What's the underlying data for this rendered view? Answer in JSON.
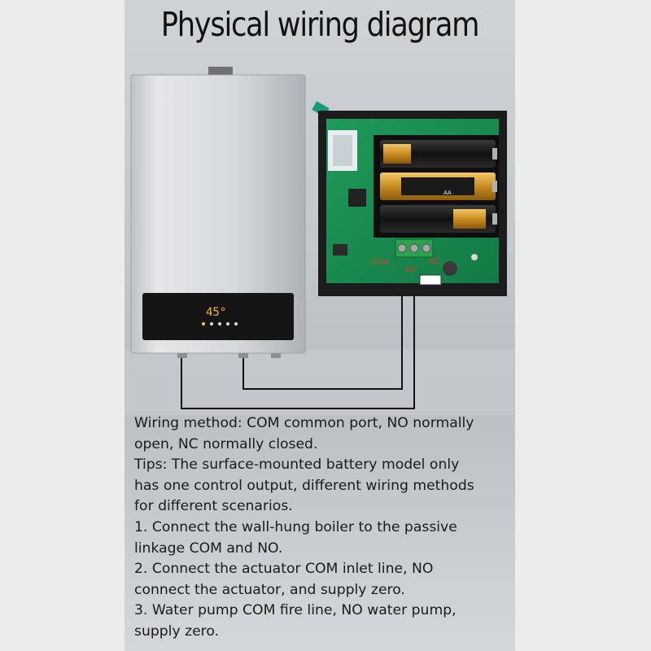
{
  "title": "Physical wiring diagram",
  "boiler": {
    "display_reading": "45°"
  },
  "board": {
    "terminal_labels": [
      "COM",
      "NO",
      "NC"
    ],
    "battery_label": "AA"
  },
  "description_lines": [
    "Wiring method: COM common port, NO normally",
    "open, NC normally closed.",
    "Tips: The surface-mounted battery model only",
    "has one control output, different wiring methods",
    "for different scenarios.",
    "1. Connect the wall-hung boiler to the passive",
    "linkage COM and NO.",
    "2. Connect the actuator COM inlet line, NO",
    "connect the actuator, and supply zero.",
    "3. Water pump COM fire line, NO water pump,",
    "supply zero."
  ]
}
